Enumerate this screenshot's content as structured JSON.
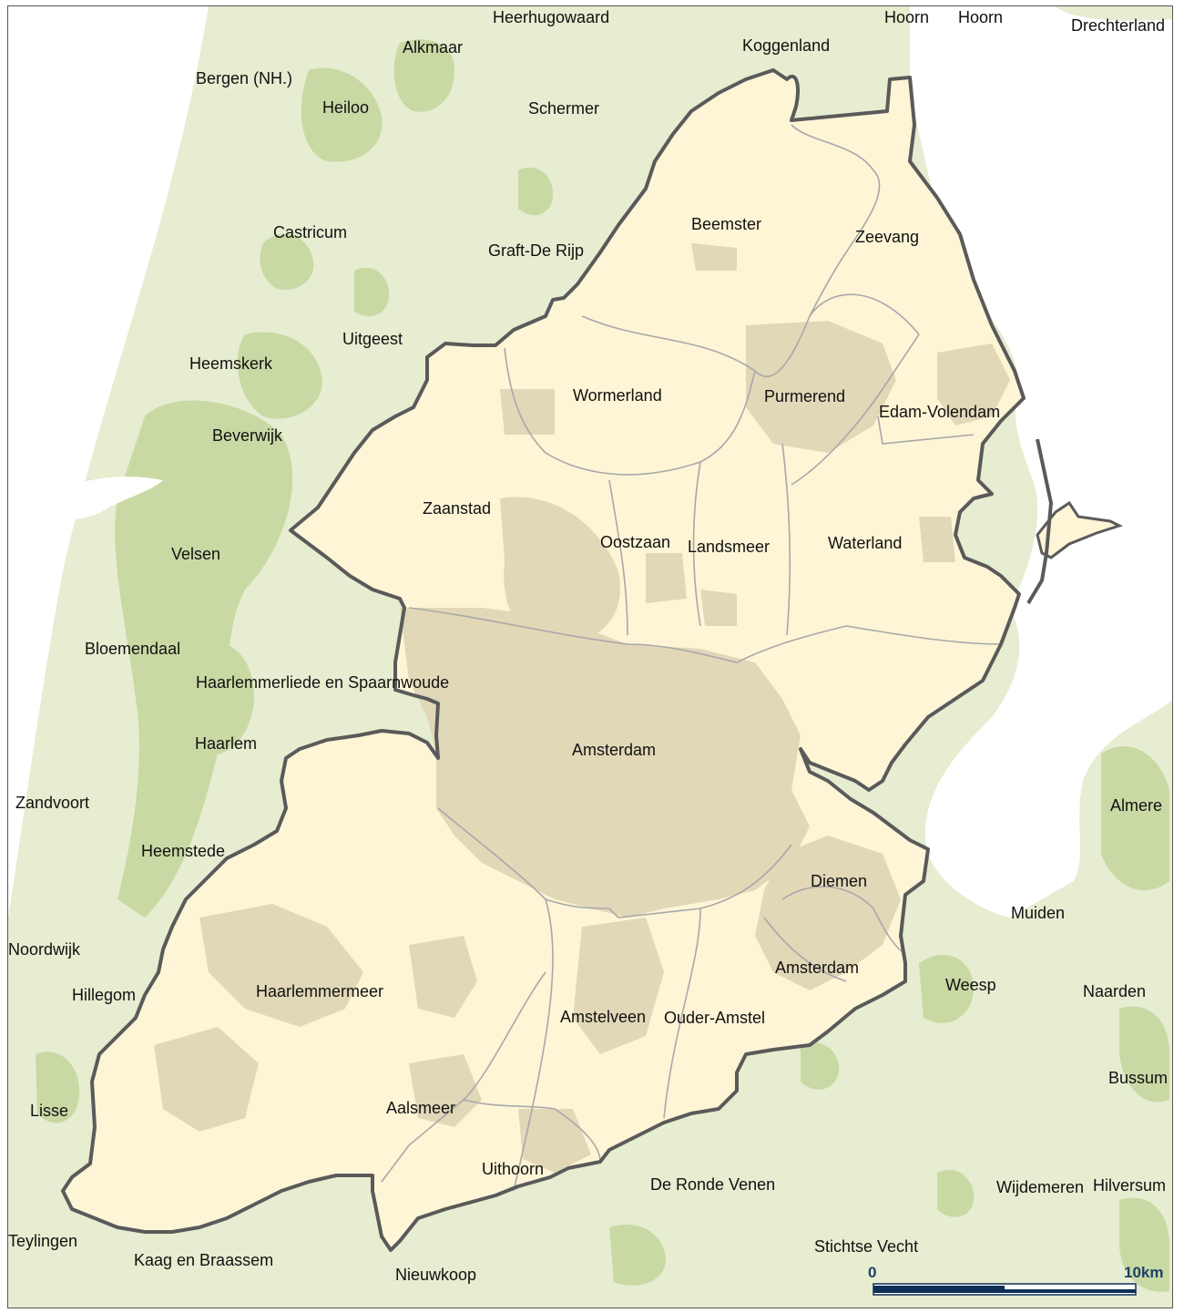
{
  "map": {
    "colors": {
      "background": "#e6edd0",
      "forest": "#c9d9a4",
      "water": "#ffffff",
      "region_fill": "#fdf5d6",
      "urban_fill": "#e1d8b8",
      "region_border": "#5a5a5a",
      "municipal_border": "#a8a8a8",
      "scale_bar": "#0d2f57"
    },
    "region_labels": {
      "beemster": "Beemster",
      "zeevang": "Zeevang",
      "wormerland": "Wormerland",
      "purmerend": "Purmerend",
      "edam_volendam": "Edam-Volendam",
      "zaanstad": "Zaanstad",
      "oostzaan": "Oostzaan",
      "landsmeer": "Landsmeer",
      "waterland": "Waterland",
      "haarlemmerliede": "Haarlemmerliede en Spaarnwoude",
      "amsterdam": "Amsterdam",
      "diemen": "Diemen",
      "amsterdam_zuidoost": "Amsterdam",
      "haarlemmermeer": "Haarlemmermeer",
      "amstelveen": "Amstelveen",
      "ouder_amstel": "Ouder-Amstel",
      "aalsmeer": "Aalsmeer",
      "uithoorn": "Uithoorn"
    },
    "context_labels": {
      "heerhugowaard": "Heerhugowaard",
      "hoorn_1": "Hoorn",
      "hoorn_2": "Hoorn",
      "drechterland": "Drechterland",
      "alkmaar": "Alkmaar",
      "koggenland": "Koggenland",
      "bergen": "Bergen (NH.)",
      "heiloo": "Heiloo",
      "schermer": "Schermer",
      "castricum": "Castricum",
      "graft_de_rijp": "Graft-De Rijp",
      "uitgeest": "Uitgeest",
      "heemskerk": "Heemskerk",
      "beverwijk": "Beverwijk",
      "velsen": "Velsen",
      "bloemendaal": "Bloemendaal",
      "haarlem": "Haarlem",
      "zandvoort": "Zandvoort",
      "heemstede": "Heemstede",
      "almere": "Almere",
      "muiden": "Muiden",
      "noordwijk": "Noordwijk",
      "hillegom": "Hillegom",
      "weesp": "Weesp",
      "naarden": "Naarden",
      "bussum": "Bussum",
      "lisse": "Lisse",
      "de_ronde_venen": "De Ronde Venen",
      "wijdemeren": "Wijdemeren",
      "hilversum": "Hilversum",
      "teylingen": "Teylingen",
      "kaag_en_braassem": "Kaag en Braassem",
      "nieuwkoop": "Nieuwkoop",
      "stichtse_vecht": "Stichtse Vecht"
    },
    "scale": {
      "start_label": "0",
      "end_label": "10km"
    }
  }
}
